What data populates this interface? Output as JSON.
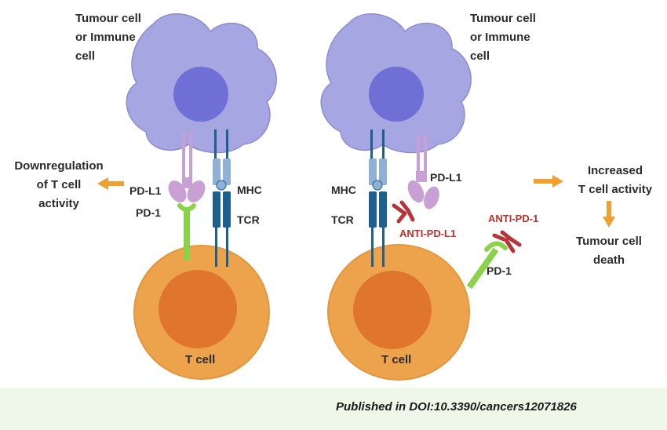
{
  "left_panel": {
    "cell_label_lines": [
      "Tumour cell",
      "or Immune",
      "cell"
    ],
    "pd_l1": "PD-L1",
    "pd_1": "PD-1",
    "mhc": "MHC",
    "tcr": "TCR",
    "t_cell": "T cell",
    "outcome_lines": [
      "Downregulation",
      "of T cell",
      "activity"
    ]
  },
  "right_panel": {
    "cell_label_lines": [
      "Tumour cell",
      "or Immune",
      "cell"
    ],
    "pd_l1": "PD-L1",
    "pd_1": "PD-1",
    "mhc": "MHC",
    "tcr": "TCR",
    "anti_pd_l1": "ANTI-PD-L1",
    "anti_pd_1": "ANTI-PD-1",
    "t_cell": "T cell",
    "outcome1_lines": [
      "Increased",
      "T cell activity"
    ],
    "outcome2_lines": [
      "Tumour cell",
      "death"
    ]
  },
  "credit": "Published in DOI:10.3390/cancers12071826",
  "colors": {
    "tumour_cell": "#a6a6e2",
    "tumour_nucleus": "#6f6fd6",
    "t_cell": "#eda24c",
    "t_cell_nucleus": "#e0752e",
    "pd_l1": "#c8a0d4",
    "pd_1": "#8ad24a",
    "mhc": "#8fb1d6",
    "tcr": "#1d5f8e",
    "antibody": "#b8343a",
    "arrow": "#f0a030"
  }
}
